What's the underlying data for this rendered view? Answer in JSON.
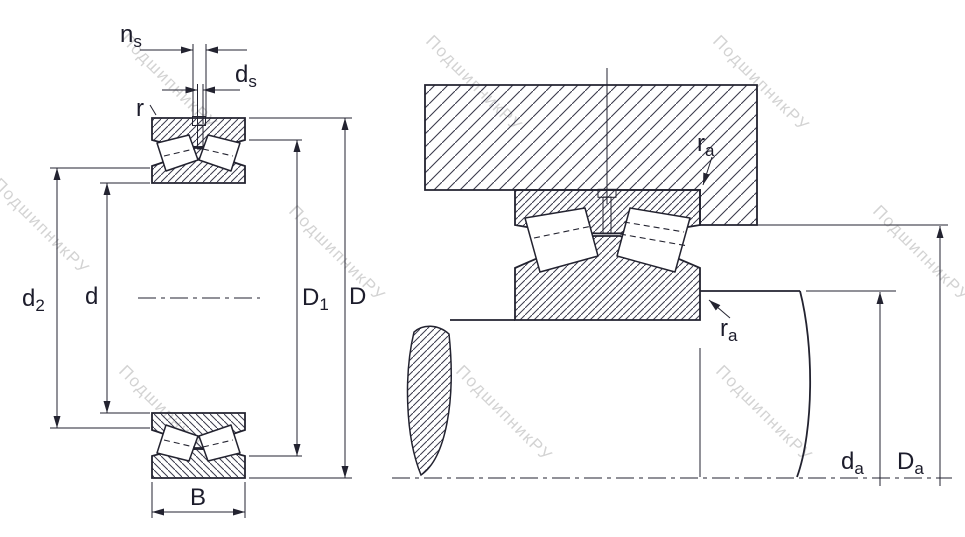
{
  "watermark": "ПодшипникРУ",
  "left_view": {
    "labels": {
      "ns": {
        "main": "n",
        "sub": "s"
      },
      "ds": {
        "main": "d",
        "sub": "s"
      },
      "r": "r",
      "d2": {
        "main": "d",
        "sub": "2"
      },
      "d": "d",
      "D1": {
        "main": "D",
        "sub": "1"
      },
      "D": "D",
      "B": "B"
    }
  },
  "right_view": {
    "labels": {
      "ra_top": {
        "main": "r",
        "sub": "a"
      },
      "ra_bottom": {
        "main": "r",
        "sub": "a"
      },
      "da": {
        "main": "d",
        "sub": "a"
      },
      "Da": {
        "main": "D",
        "sub": "a"
      }
    }
  },
  "colors": {
    "line": "#232330",
    "watermark": "#d3d3d3",
    "background": "#ffffff"
  }
}
